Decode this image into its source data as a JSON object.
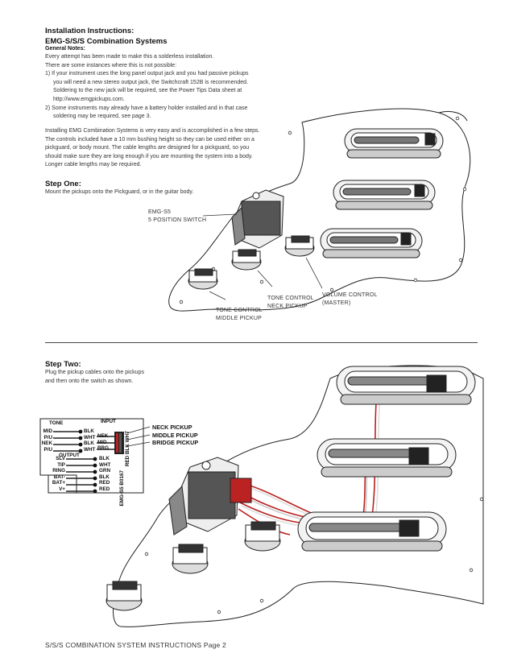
{
  "header": {
    "title": "Installation Instructions:",
    "subtitle": "EMG-S/S/S Combination Systems",
    "general_notes_label": "General Notes:"
  },
  "notes": [
    "Every attempt has been made to make this a solderless installation.",
    "There are some instances where this is not possible:",
    "1) If your instrument uses the long panel output jack and you had passive pickups",
    "you will need a new stereo output jack, the Switchcraft 152B is recommended.",
    "Soldering to the new jack will be required, see the Power Tips Data sheet at",
    "http://www.emgpickups.com.",
    "2) Some instruments may already have a battery holder installed and in that case",
    "soldering may be required, see page 3."
  ],
  "install_text": [
    "Installing EMG Combination Systems is very easy and is accomplished in a few steps.",
    "The controls included have a 10 mm bushing height so they can be used either on a",
    "pickguard, or body mount. The cable lengths are designed for a pickguard, so you",
    "should make sure they are long enough if you are mounting the system into a body.",
    "Longer cable lengths may be required."
  ],
  "step_one": {
    "title": "Step One:",
    "text": "Mount the pickups onto the Pickguard, or in the guitar body.",
    "callouts": {
      "switch_line1": "EMG-S5",
      "switch_line2": "5 POSITION SWITCH",
      "tone_neck_line1": "TONE CONTROL",
      "tone_neck_line2": "NECK PICKUP",
      "volume_line1": "VOLUME CONTROL",
      "volume_line2": "(MASTER)",
      "tone_middle_line1": "TONE CONTROL",
      "tone_middle_line2": "MIDDLE PICKUP"
    }
  },
  "step_two": {
    "title": "Step Two:",
    "text_line1": "Plug the pickup cables onto the pickups",
    "text_line2": "and then onto the switch as shown.",
    "wiring": {
      "tone_label": "TONE",
      "input_label": "INPUT",
      "output_label": "OUTPUT",
      "left_top": [
        "MID",
        "P/U",
        "NEK",
        "P/U"
      ],
      "left_top_colors": [
        "BLK",
        "WHT",
        "BLK",
        "WHT"
      ],
      "input_rows": [
        "NEK",
        "MID",
        "BRG"
      ],
      "input_vertical": [
        "RED",
        "BLK",
        "WHT"
      ],
      "output_rows": [
        "SLV",
        "TIP",
        "RING",
        "BAT-",
        "BAT+",
        "V+"
      ],
      "output_colors": [
        "BLK",
        "WHT",
        "GRN",
        "BLK",
        "RED",
        "RED"
      ],
      "board_vertical": [
        "EMG-S5",
        "B0167"
      ],
      "pickup_labels": [
        "NECK PICKUP",
        "MIDDLE PICKUP",
        "BRIDGE PICKUP"
      ]
    }
  },
  "footer": {
    "text": "S/S/S COMBINATION SYSTEM INSTRUCTIONS Page 2"
  }
}
